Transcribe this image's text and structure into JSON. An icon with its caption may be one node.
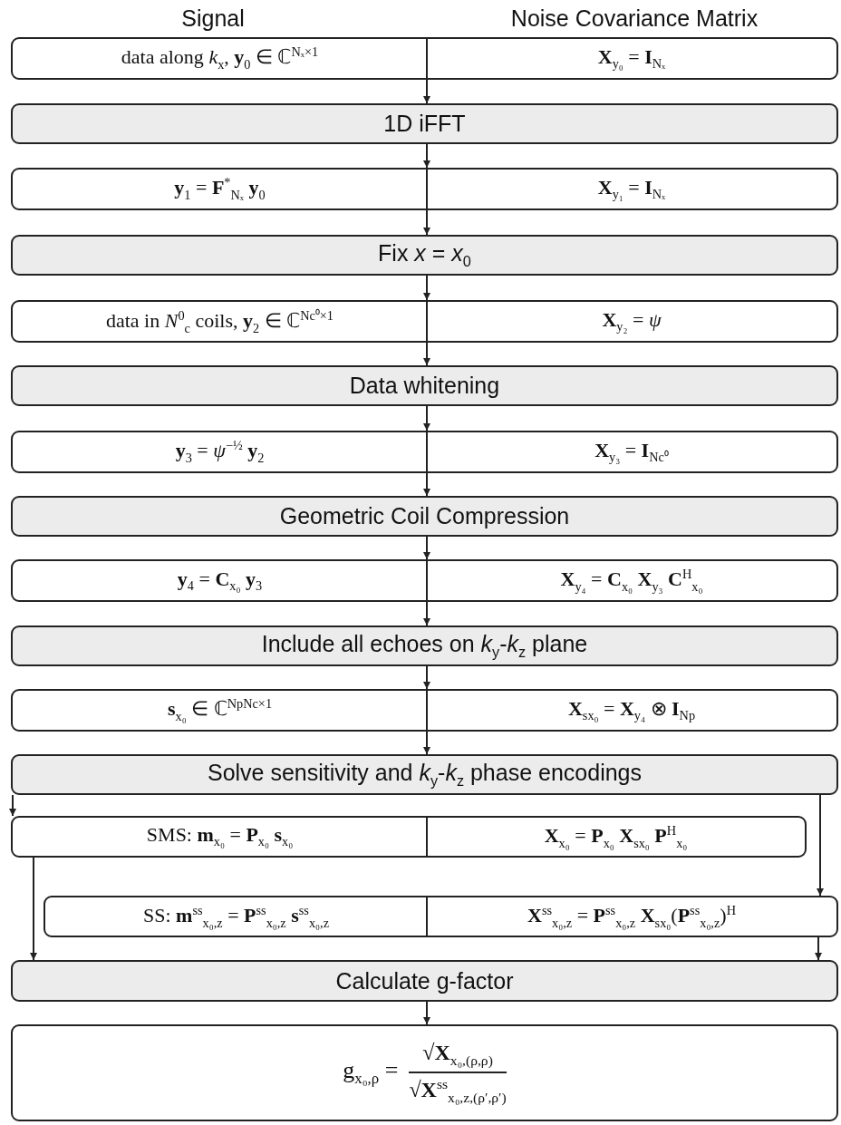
{
  "diagram": {
    "nodes": [
      {
        "text": [
          "data along *k*$_{x}$, **y**$_{0}$ ∈ ℂ$^{Nₓ×1}$",
          "**X**$_{y₀}$ = **I**$_{Nₓ}$"
        ]
      },
      {
        "text": [
          "1D iFFT"
        ]
      },
      {
        "text": [
          "**y**$_{1}$ = **F**$^{*}$$_{Nₓ}$ **y**$_{0}$",
          "**X**$_{y₁}$ = **I**$_{Nₓ}$"
        ]
      },
      {
        "text": [
          "Fix *x* = *x*$_{0}$"
        ]
      },
      {
        "text": [
          "data in *N*$^{0}$$_{c}$ coils, **y**$_{2}$ ∈ ℂ$^{Nc⁰×1}$",
          "**X**$_{y₂}$ = *ψ*"
        ]
      },
      {
        "text": [
          "Data whitening"
        ]
      },
      {
        "text": [
          "**y**$_{3}$ = *ψ*$^{−½}$ **y**$_{2}$",
          "**X**$_{y₃}$ = **I**$_{Nc⁰}$"
        ]
      },
      {
        "text": [
          "Geometric Coil Compression"
        ]
      },
      {
        "text": [
          "**y**$_{4}$ = **C**$_{x₀}$ **y**$_{3}$",
          "**X**$_{y₄}$ = **C**$_{x₀}$ **X**$_{y₃}$ **C**$^{H}$$_{x₀}$"
        ]
      },
      {
        "text": [
          "Include all echoes on *k*$_{y}$-*k*$_{z}$ plane"
        ]
      },
      {
        "text": [
          "**s**$_{x₀}$ ∈ ℂ$^{NpNc×1}$",
          "**X**$_{sx₀}$ = **X**$_{y₄}$ ⊗ **I**$_{Np}$"
        ]
      },
      {
        "text": [
          "Solve sensitivity and *k*$_{y}$-*k*$_{z}$ phase encodings"
        ]
      },
      {
        "text": [
          "SMS: **m**$_{x₀}$ = **P**$_{x₀}$ **s**$_{x₀}$",
          "**X**$_{x₀}$ = **P**$_{x₀}$ **X**$_{sx₀}$ **P**$^{H}$$_{x₀}$"
        ]
      },
      {
        "text": [
          "SS: **m**$^{ss}$$_{x₀,z}$ = **P**$^{ss}$$_{x₀,z}$ **s**$^{ss}$$_{x₀,z}$",
          "**X**$^{ss}$$_{x₀,z}$ = **P**$^{ss}$$_{x₀,z}$ **X**$_{sx₀}$(**P**$^{ss}$$_{x₀,z}$)$^{H}$"
        ]
      },
      {
        "text": [
          "Calculate g-factor"
        ]
      },
      {
        "text": [
          "g$_{x₀,ρ}$ =",
          "√**X**$_{x₀,(ρ,ρ)}$",
          "√**X**$^{ss}$$_{x₀,z,(ρ′,ρ′)}$"
        ]
      }
    ],
    "edges": [
      {
        "from": 0,
        "to": 1,
        "arrow": "to"
      },
      {
        "from": 1,
        "to": 2,
        "arrow": "to"
      },
      {
        "from": 2,
        "to": 3,
        "arrow": "to"
      },
      {
        "from": 3,
        "to": 4,
        "arrow": "to"
      },
      {
        "from": 4,
        "to": 5,
        "arrow": "to"
      },
      {
        "from": 5,
        "to": 6,
        "arrow": "to"
      },
      {
        "from": 6,
        "to": 7,
        "arrow": "to"
      },
      {
        "from": 7,
        "to": 8,
        "arrow": "to"
      },
      {
        "from": 8,
        "to": 9,
        "arrow": "to"
      },
      {
        "from": 9,
        "to": 10,
        "arrow": "to"
      },
      {
        "from": 10,
        "to": 11,
        "arrow": "to"
      },
      {
        "from": 11,
        "to": 12,
        "arrow": "to"
      },
      {
        "from": 11,
        "to": 13,
        "arrow": "to"
      },
      {
        "from": 12,
        "to": 14,
        "arrow": "to"
      },
      {
        "from": 13,
        "to": 14,
        "arrow": "to"
      },
      {
        "from": 14,
        "to": 15,
        "arrow": "to"
      }
    ],
    "labels": [
      "Signal",
      "Noise Covariance Matrix"
    ]
  }
}
